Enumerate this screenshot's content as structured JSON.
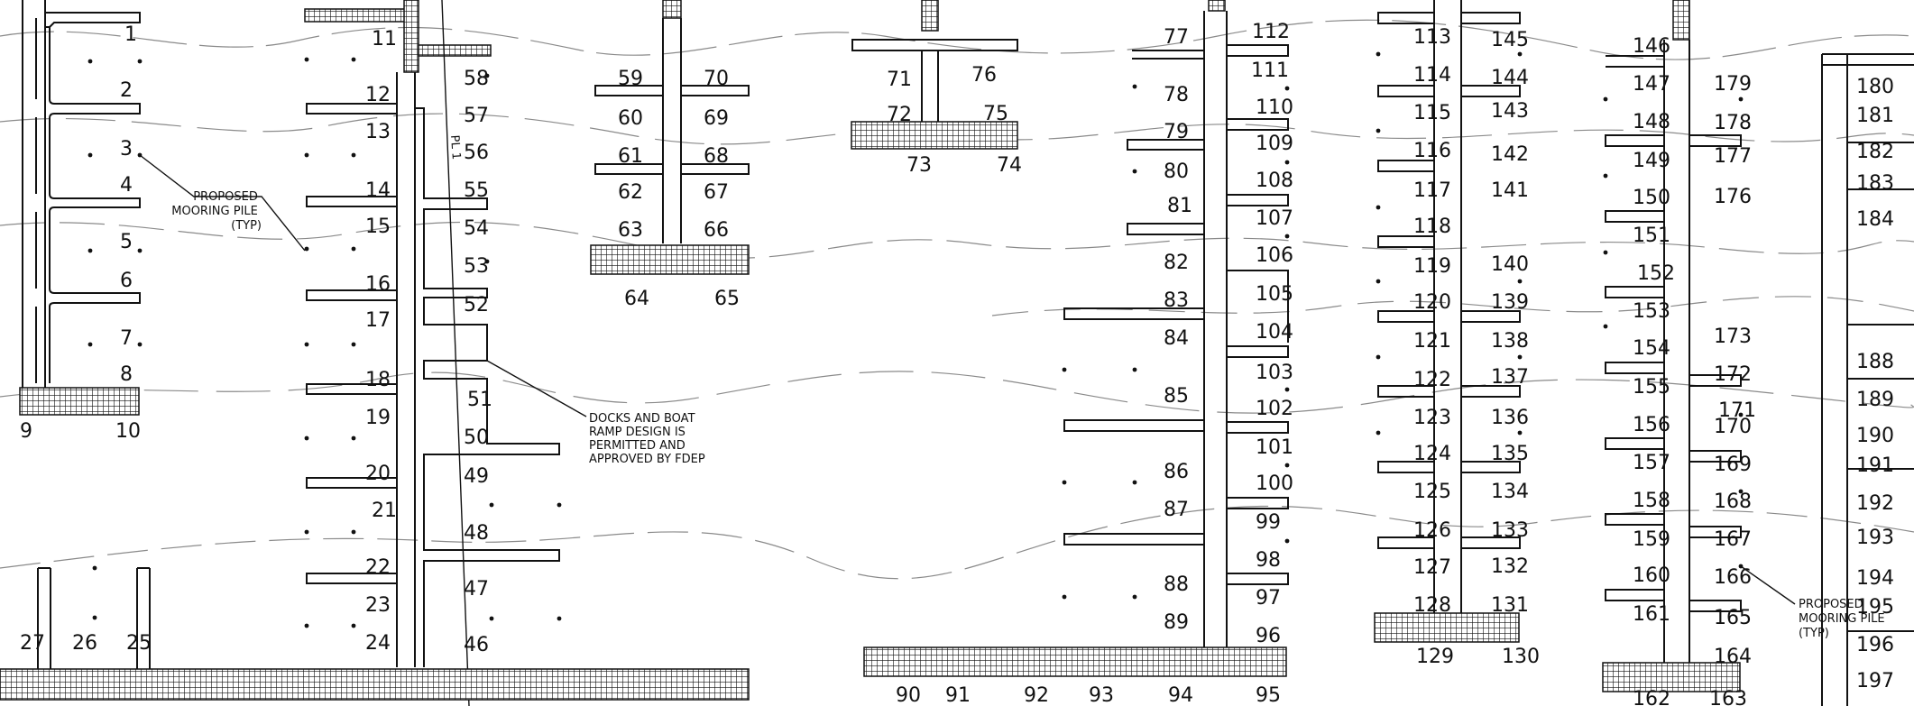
{
  "drawing": {
    "notes": {
      "pile_left": [
        "PROPOSED",
        "MOORING PILE",
        "(TYP)"
      ],
      "pile_right": [
        "PROPOSED",
        "MOORING PILE",
        "(TYP)"
      ],
      "fdep": [
        "DOCKS AND BOAT",
        "RAMP DESIGN IS",
        "PERMITTED AND",
        "APPROVED BY FDEP"
      ]
    },
    "centerline_label": "PL 1",
    "slips": [
      "1",
      "2",
      "3",
      "4",
      "5",
      "6",
      "7",
      "8",
      "9",
      "10",
      "11",
      "12",
      "13",
      "14",
      "15",
      "16",
      "17",
      "18",
      "19",
      "20",
      "21",
      "22",
      "23",
      "24",
      "25",
      "26",
      "27",
      "46",
      "47",
      "48",
      "49",
      "50",
      "51",
      "52",
      "53",
      "54",
      "55",
      "56",
      "57",
      "58",
      "59",
      "60",
      "61",
      "62",
      "63",
      "64",
      "65",
      "66",
      "67",
      "68",
      "69",
      "70",
      "71",
      "72",
      "73",
      "74",
      "75",
      "76",
      "77",
      "78",
      "79",
      "80",
      "81",
      "82",
      "83",
      "84",
      "85",
      "86",
      "87",
      "88",
      "89",
      "90",
      "91",
      "92",
      "93",
      "94",
      "95",
      "96",
      "97",
      "98",
      "99",
      "100",
      "101",
      "102",
      "103",
      "104",
      "105",
      "106",
      "107",
      "108",
      "109",
      "110",
      "111",
      "112",
      "113",
      "114",
      "115",
      "116",
      "117",
      "118",
      "119",
      "120",
      "121",
      "122",
      "123",
      "124",
      "125",
      "126",
      "127",
      "128",
      "129",
      "130",
      "131",
      "132",
      "133",
      "134",
      "135",
      "136",
      "137",
      "138",
      "139",
      "140",
      "141",
      "142",
      "143",
      "144",
      "145",
      "146",
      "147",
      "148",
      "149",
      "150",
      "151",
      "152",
      "153",
      "154",
      "155",
      "156",
      "157",
      "158",
      "159",
      "160",
      "161",
      "162",
      "163",
      "164",
      "165",
      "166",
      "167",
      "168",
      "169",
      "170",
      "171",
      "172",
      "173",
      "176",
      "177",
      "178",
      "179",
      "180",
      "181",
      "182",
      "183",
      "184",
      "188",
      "189",
      "190",
      "191",
      "192",
      "193",
      "194",
      "195",
      "196",
      "197"
    ]
  }
}
